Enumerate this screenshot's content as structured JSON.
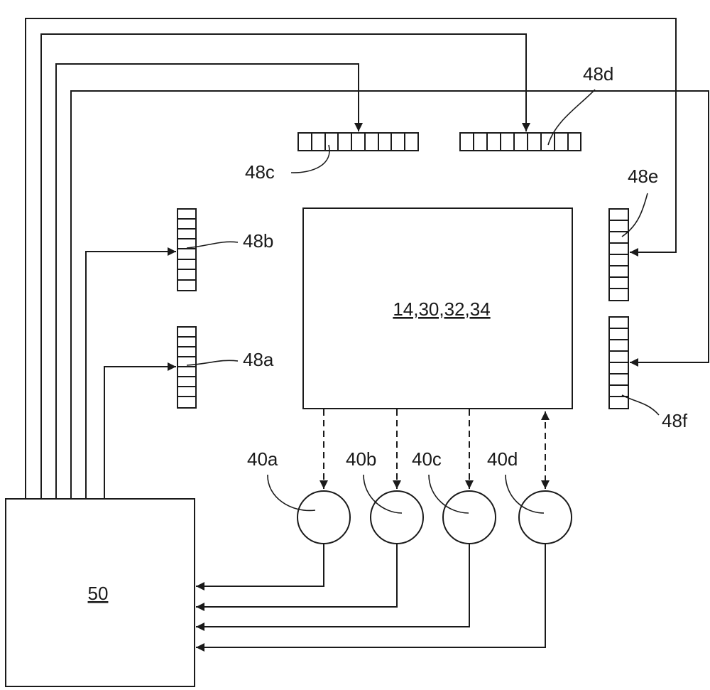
{
  "main_block": {
    "label": "14,30,32,34"
  },
  "controller": {
    "label": "50"
  },
  "arrays": {
    "a": {
      "label": "48a"
    },
    "b": {
      "label": "48b"
    },
    "c": {
      "label": "48c"
    },
    "d": {
      "label": "48d"
    },
    "e": {
      "label": "48e"
    },
    "f": {
      "label": "48f"
    }
  },
  "sensors": {
    "a": {
      "label": "40a"
    },
    "b": {
      "label": "40b"
    },
    "c": {
      "label": "40c"
    },
    "d": {
      "label": "40d"
    }
  },
  "colors": {
    "ink": "#1a1a1a",
    "paper": "#ffffff"
  }
}
